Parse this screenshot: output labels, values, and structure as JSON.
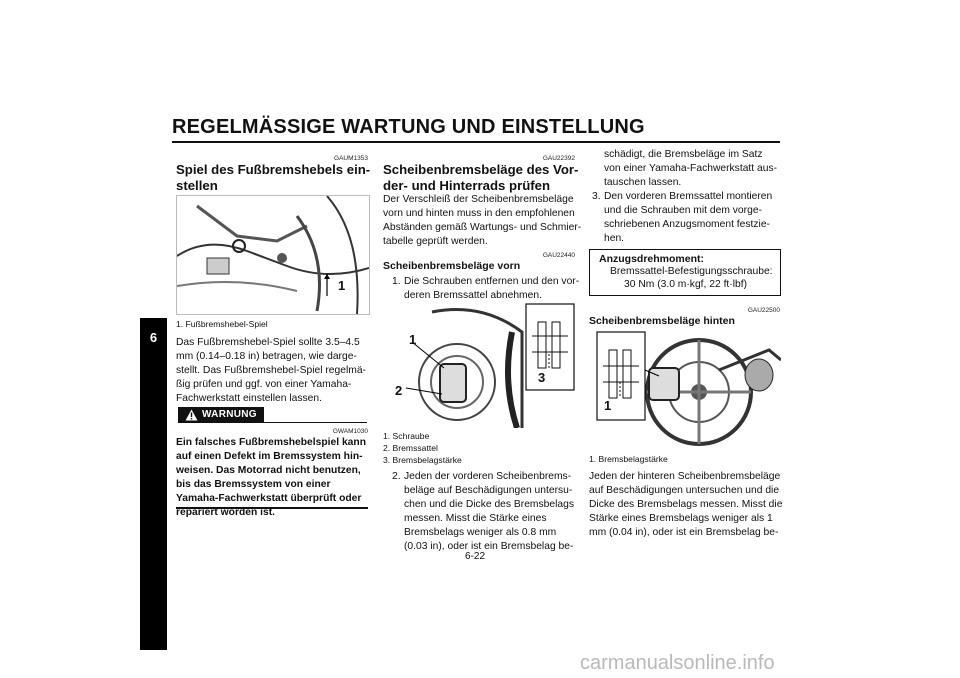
{
  "page": {
    "title": "REGELMÄSSIGE WARTUNG UND EINSTELLUNG",
    "chapter_tab": "6",
    "page_number": "6-22",
    "watermark": "carmanualsonline.info"
  },
  "col1": {
    "code1": "GAUM1353",
    "heading": "Spiel des Fußbremshebels ein-\nstellen",
    "fig_callout": "1",
    "caption": "1. Fußbremshebel-Spiel",
    "body": "Das Fußbremshebel-Spiel sollte 3.5–4.5\nmm (0.14–0.18 in) betragen, wie darge-\nstellt. Das Fußbremshebel-Spiel regelmä-\nßig prüfen und ggf. von einer Yamaha-\nFachwerkstatt einstellen lassen.",
    "warning_label": "WARNUNG",
    "code2": "GWAM1030",
    "warning_text": "Ein falsches Fußbremshebelspiel kann\nauf einen Defekt im Bremssystem hin-\nweisen. Das Motorrad nicht benutzen,\nbis das Bremssystem von einer\nYamaha-Fachwerkstatt überprüft oder\nrepariert worden ist."
  },
  "col2": {
    "code1": "GAU22392",
    "heading": "Scheibenbremsbeläge des Vor-\nder- und Hinterrads prüfen",
    "intro": "Der Verschleiß der Scheibenbremsbeläge\nvorn und hinten muss in den empfohlenen\nAbständen gemäß Wartungs- und Schmier-\ntabelle geprüft werden.",
    "code2": "GAU22440",
    "subheading": "Scheibenbremsbeläge vorn",
    "step1_num": "1.",
    "step1": "Die Schrauben entfernen und den vor-\nderen Bremssattel abnehmen.",
    "fig_callouts": [
      "1",
      "2",
      "3"
    ],
    "captions": [
      "1. Schraube",
      "2. Bremssattel",
      "3. Bremsbelagstärke"
    ],
    "step2_num": "2.",
    "step2": "Jeden der vorderen Scheibenbrems-\nbeläge auf Beschädigungen untersu-\nchen und die Dicke des Bremsbelags\nmessen. Misst die Stärke eines\nBremsbelags weniger als 0.8 mm\n(0.03 in), oder ist ein Bremsbelag be-"
  },
  "col3": {
    "cont": "schädigt, die Bremsbeläge im Satz\nvon einer Yamaha-Fachwerkstatt aus-\ntauschen lassen.",
    "step3_num": "3.",
    "step3": "Den vorderen Bremssattel montieren\nund die Schrauben mit dem vorge-\nschriebenen Anzugsmoment festzie-\nhen.",
    "torque_title": "Anzugsdrehmoment:",
    "torque_line1": "Bremssattel-Befestigungsschraube:",
    "torque_line2": "30 Nm (3.0 m·kgf, 22 ft·lbf)",
    "code": "GAU22500",
    "subheading": "Scheibenbremsbeläge hinten",
    "fig_callout": "1",
    "caption": "1. Bremsbelagstärke",
    "body": "Jeden der hinteren Scheibenbremsbeläge\nauf Beschädigungen untersuchen und die\nDicke des Bremsbelags messen. Misst die\nStärke eines Bremsbelags weniger als 1\nmm (0.04 in), oder ist ein Bremsbelag be-"
  }
}
